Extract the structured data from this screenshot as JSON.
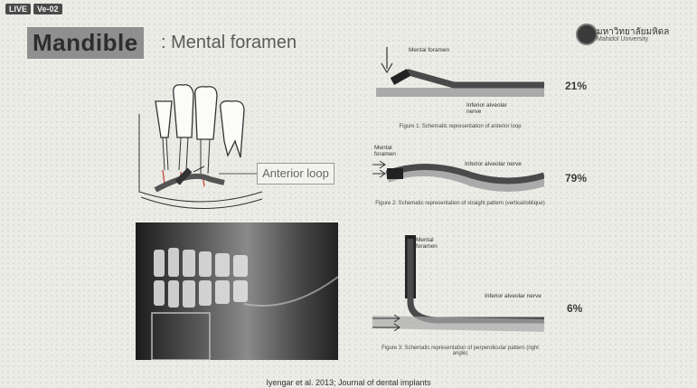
{
  "tags": [
    "LIVE",
    "Ve-02"
  ],
  "title": "Mandible",
  "subtitle": ": Mental foramen",
  "logo": {
    "name": "มหาวิทยาลัยมหิดล",
    "subline": "Mahidol University"
  },
  "anterior_loop_label": "Anterior loop",
  "panels": [
    {
      "foramen_label": "Mental foramen",
      "nerve_label": "Inferior alveolar nerve",
      "caption": "Figure 1: Schematic representation of anterior loop",
      "percent": "21%"
    },
    {
      "foramen_label": "Mental foramen",
      "nerve_label": "Inferior alveolar nerve",
      "caption": "Figure 2: Schematic representation of straight pattern (vertical/oblique)",
      "percent": "79%"
    },
    {
      "foramen_label": "Mental foramen",
      "nerve_label": "Inferior alveolar nerve",
      "caption": "Figure 3: Schematic representation of perpendicular pattern (right angle)",
      "percent": "6%"
    }
  ],
  "citation": "Iyengar et al. 2013; Journal of dental implants"
}
